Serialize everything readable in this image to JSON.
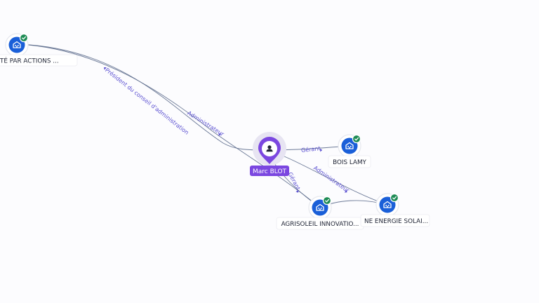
{
  "person": {
    "name": "Marc BLOT",
    "icon": "person-icon"
  },
  "companies": [
    {
      "id": "sas",
      "label": "TÉ PAR ACTIONS ...",
      "icon": "company-icon",
      "verified": true
    },
    {
      "id": "bois",
      "label": "BOIS LAMY",
      "icon": "company-icon",
      "verified": true
    },
    {
      "id": "agri",
      "label": "AGRISOLEIL INNOVATIO...",
      "icon": "company-icon",
      "verified": true
    },
    {
      "id": "solaire",
      "label": "NE ENERGIE SOLAI...",
      "icon": "company-icon",
      "verified": true
    }
  ],
  "relations": [
    {
      "id": "rel-president",
      "label": "Président du conseil d'administration"
    },
    {
      "id": "rel-admin-1",
      "label": "Administrateur"
    },
    {
      "id": "rel-gerant-1",
      "label": "Gérant"
    },
    {
      "id": "rel-admin-2",
      "label": "Administrateur"
    },
    {
      "id": "rel-gerant-2",
      "label": "Gérant"
    }
  ],
  "colors": {
    "company": "#1a5fd8",
    "verified": "#1d8b54",
    "person": "#7b47e0",
    "relation_text": "#5a4fd1",
    "edge": "#5c6c8c"
  }
}
